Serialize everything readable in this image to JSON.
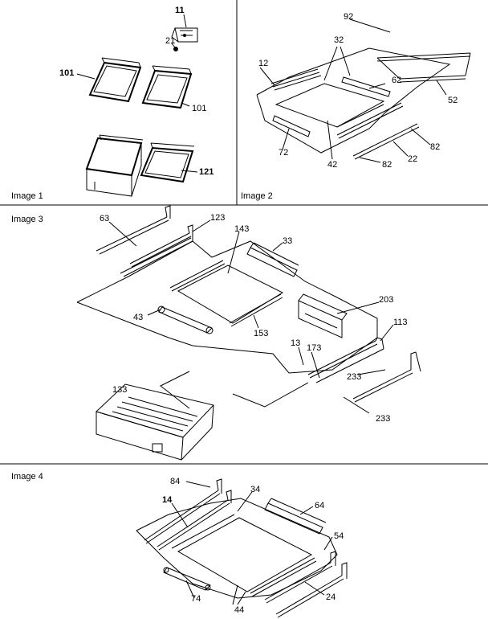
{
  "panels": [
    {
      "title": "Image 1"
    },
    {
      "title": "Image 2"
    },
    {
      "title": "Image 3"
    },
    {
      "title": "Image 4"
    }
  ],
  "parts": {
    "p1_11": "11",
    "p1_21": "21",
    "p1_101a": "101",
    "p1_101b": "101",
    "p1_121": "121",
    "p2_92": "92",
    "p2_32": "32",
    "p2_12": "12",
    "p2_62": "62",
    "p2_52": "52",
    "p2_72": "72",
    "p2_42": "42",
    "p2_82a": "82",
    "p2_22": "22",
    "p2_82b": "82",
    "p3_63": "63",
    "p3_123": "123",
    "p3_143": "143",
    "p3_33": "33",
    "p3_43": "43",
    "p3_153": "153",
    "p3_203": "203",
    "p3_113": "113",
    "p3_13": "13",
    "p3_173": "173",
    "p3_233a": "233",
    "p3_133": "133",
    "p3_233b": "233",
    "p4_84": "84",
    "p4_34": "34",
    "p4_14": "14",
    "p4_64": "64",
    "p4_54": "54",
    "p4_74": "74",
    "p4_44": "44",
    "p4_24": "24"
  }
}
